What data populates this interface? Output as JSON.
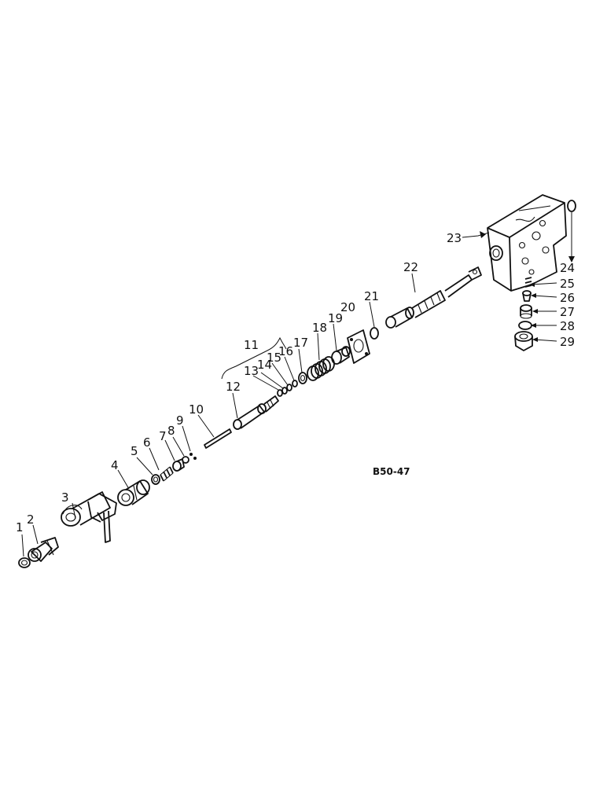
{
  "diagram": {
    "drawing_code": "B50-47",
    "parts": [
      {
        "id": "p1",
        "label": "1"
      },
      {
        "id": "p2",
        "label": "2"
      },
      {
        "id": "p3",
        "label": "3"
      },
      {
        "id": "p4",
        "label": "4"
      },
      {
        "id": "p5",
        "label": "5"
      },
      {
        "id": "p6",
        "label": "6"
      },
      {
        "id": "p7",
        "label": "7"
      },
      {
        "id": "p8",
        "label": "8"
      },
      {
        "id": "p9",
        "label": "9"
      },
      {
        "id": "p10",
        "label": "10"
      },
      {
        "id": "p11",
        "label": "11"
      },
      {
        "id": "p12",
        "label": "12"
      },
      {
        "id": "p13",
        "label": "13"
      },
      {
        "id": "p14",
        "label": "14"
      },
      {
        "id": "p15",
        "label": "15"
      },
      {
        "id": "p16",
        "label": "16"
      },
      {
        "id": "p17",
        "label": "17"
      },
      {
        "id": "p18",
        "label": "18"
      },
      {
        "id": "p19",
        "label": "19"
      },
      {
        "id": "p20",
        "label": "20"
      },
      {
        "id": "p21",
        "label": "21"
      },
      {
        "id": "p22",
        "label": "22"
      },
      {
        "id": "p23",
        "label": "23"
      },
      {
        "id": "p24",
        "label": "24"
      },
      {
        "id": "p25",
        "label": "25"
      },
      {
        "id": "p26",
        "label": "26"
      },
      {
        "id": "p27",
        "label": "27"
      },
      {
        "id": "p28",
        "label": "28"
      },
      {
        "id": "p29",
        "label": "29"
      }
    ]
  }
}
